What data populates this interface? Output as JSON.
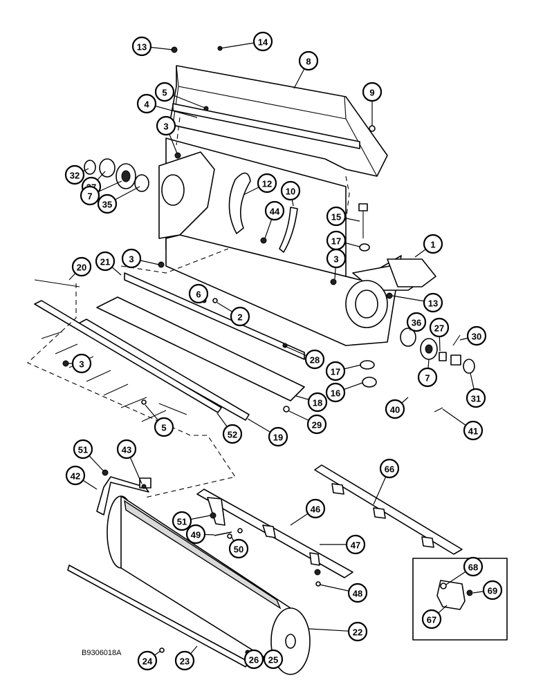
{
  "diagram": {
    "figure_code": "B9306018A",
    "callouts": [
      {
        "id": "c13a",
        "label": "13"
      },
      {
        "id": "c14",
        "label": "14"
      },
      {
        "id": "c8",
        "label": "8"
      },
      {
        "id": "c5a",
        "label": "5"
      },
      {
        "id": "c9",
        "label": "9"
      },
      {
        "id": "c4",
        "label": "4"
      },
      {
        "id": "c3a",
        "label": "3"
      },
      {
        "id": "c32",
        "label": "32"
      },
      {
        "id": "c37",
        "label": "37"
      },
      {
        "id": "c7a",
        "label": "7"
      },
      {
        "id": "c35",
        "label": "35"
      },
      {
        "id": "c12",
        "label": "12"
      },
      {
        "id": "c10",
        "label": "10"
      },
      {
        "id": "c44",
        "label": "44"
      },
      {
        "id": "c15",
        "label": "15"
      },
      {
        "id": "c17a",
        "label": "17"
      },
      {
        "id": "c1",
        "label": "1"
      },
      {
        "id": "c3b",
        "label": "3"
      },
      {
        "id": "c3c",
        "label": "3"
      },
      {
        "id": "c20",
        "label": "20"
      },
      {
        "id": "c21",
        "label": "21"
      },
      {
        "id": "c6",
        "label": "6"
      },
      {
        "id": "c2",
        "label": "2"
      },
      {
        "id": "c13b",
        "label": "13"
      },
      {
        "id": "c36",
        "label": "36"
      },
      {
        "id": "c27",
        "label": "27"
      },
      {
        "id": "c30",
        "label": "30"
      },
      {
        "id": "c28",
        "label": "28"
      },
      {
        "id": "c3d",
        "label": "3"
      },
      {
        "id": "c17b",
        "label": "17"
      },
      {
        "id": "c7b",
        "label": "7"
      },
      {
        "id": "c16",
        "label": "16"
      },
      {
        "id": "c31",
        "label": "31"
      },
      {
        "id": "c18",
        "label": "18"
      },
      {
        "id": "c29",
        "label": "29"
      },
      {
        "id": "c40",
        "label": "40"
      },
      {
        "id": "c5b",
        "label": "5"
      },
      {
        "id": "c52",
        "label": "52"
      },
      {
        "id": "c19",
        "label": "19"
      },
      {
        "id": "c41",
        "label": "41"
      },
      {
        "id": "c51a",
        "label": "51"
      },
      {
        "id": "c43",
        "label": "43"
      },
      {
        "id": "c66",
        "label": "66"
      },
      {
        "id": "c42",
        "label": "42"
      },
      {
        "id": "c46",
        "label": "46"
      },
      {
        "id": "c51b",
        "label": "51"
      },
      {
        "id": "c49",
        "label": "49"
      },
      {
        "id": "c50",
        "label": "50"
      },
      {
        "id": "c47",
        "label": "47"
      },
      {
        "id": "c48",
        "label": "48"
      },
      {
        "id": "c68",
        "label": "68"
      },
      {
        "id": "c69",
        "label": "69"
      },
      {
        "id": "c67",
        "label": "67"
      },
      {
        "id": "c22",
        "label": "22"
      },
      {
        "id": "c24",
        "label": "24"
      },
      {
        "id": "c23",
        "label": "23"
      },
      {
        "id": "c26",
        "label": "26"
      },
      {
        "id": "c25",
        "label": "25"
      }
    ]
  }
}
